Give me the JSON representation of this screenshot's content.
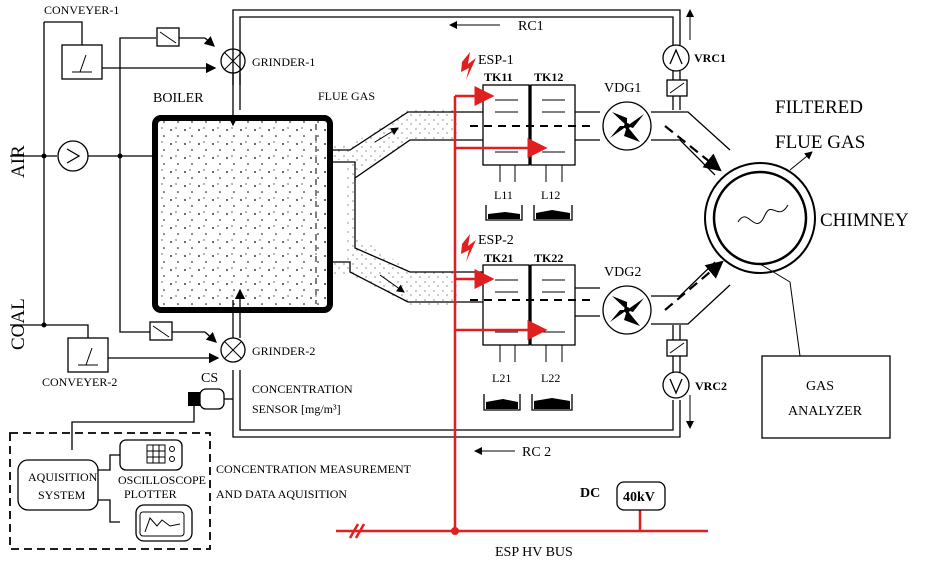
{
  "labels": {
    "conveyer1": "CONVEYER-1",
    "conveyer2": "CONVEYER-2",
    "grinder1": "GRINDER-1",
    "grinder2": "GRINDER-2",
    "boiler": "BOILER",
    "flue_gas": "FLUE GAS",
    "air": "AIR",
    "coal": "COAL",
    "esp1": "ESP-1",
    "esp2": "ESP-2",
    "tk11": "TK11",
    "tk12": "TK12",
    "tk21": "TK21",
    "tk22": "TK22",
    "l11": "L11",
    "l12": "L12",
    "l21": "L21",
    "l22": "L22",
    "vdg1": "VDG1",
    "vdg2": "VDG2",
    "vrc1": "VRC1",
    "vrc2": "VRC2",
    "rc1": "RC1",
    "rc2": "RC 2",
    "filtered_line1": "FILTERED",
    "filtered_line2": "FLUE GAS",
    "chimney": "CHIMNEY",
    "gas_analyzer_line1": "GAS",
    "gas_analyzer_line2": "ANALYZER",
    "cs": "CS",
    "concentration_line1": "CONCENTRATION",
    "concentration_line2": "SENSOR [mg/m³]",
    "acq_line1": "AQUISITION",
    "acq_line2": "SYSTEM",
    "oscilloscope": "OSCILLOSCOPE",
    "plotter": "PLOTTER",
    "measure_line1": "CONCENTRATION MEASUREMENT",
    "measure_line2": "AND DATA AQUISITION",
    "dc": "DC",
    "kv": "40kV",
    "esp_bus": "ESP HV BUS"
  },
  "colors": {
    "hv_bus": "#e02020",
    "lines": "#000000"
  }
}
